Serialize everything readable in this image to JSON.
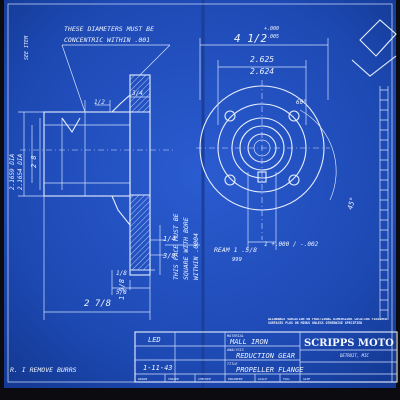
{
  "notes": {
    "concentric": "THESE DIAMETERS MUST BE",
    "concentric2": "CONCENTRIC WITHIN .001",
    "square1": "THIS FACE MUST BE",
    "square2": "SQUARE WITH BORE",
    "square3": "WITHIN .0004",
    "remove_burrs": "R. I REMOVE BURRS",
    "tolerance": "ALLOWABLE VARIATION ON FRACTIONAL DIMENSIONS LOCATING FINISHED SURFACES PLUS OR MINUS UNLESS OTHERWISE SPECIFIED",
    "side_tag": "SEE ITEM"
  },
  "dimensions": {
    "top_right": "4 1/2",
    "top_right_tol_plus": "+.000",
    "top_right_tol_minus": "-.005",
    "bore_upper": "2.625",
    "bore_lower": "2.624",
    "dia1": "2.1659 DIA",
    "dia1b": "2.1654 DIA",
    "dia1c": "2 8",
    "left_small": "1/2",
    "right_small": "3/4",
    "vert1": "1/4",
    "vert2": "3/8",
    "vert3": "1/8",
    "vert4": "5/8",
    "bottom_left": "2 7/8",
    "bottom_mid": "1 5/8",
    "ream_label": "REAM 1 .5/8",
    "ream_upper": "999",
    "ream_tol": "1 +.000 / -.002",
    "angle": "45°",
    "mark_60": "60°"
  },
  "title_block": {
    "company": "SCRIPPS MOTO",
    "city": "DETROIT, MIC",
    "material_label": "MATERIAL",
    "material": "MALL IRON",
    "analysis_label": "ANALYSIS",
    "title_label": "TITLE",
    "title1": "REDUCTION GEAR",
    "title2": "PROPELLER FLANGE",
    "date": "1-11-43",
    "initials": "LED",
    "cols": [
      "DRAWN",
      "TRACED",
      "CHECKED",
      "ENGINEER",
      "SCALE",
      "FULL",
      "SIZE"
    ]
  },
  "colors": {
    "paper": "#1d49b3",
    "ink": "#e7efff"
  }
}
